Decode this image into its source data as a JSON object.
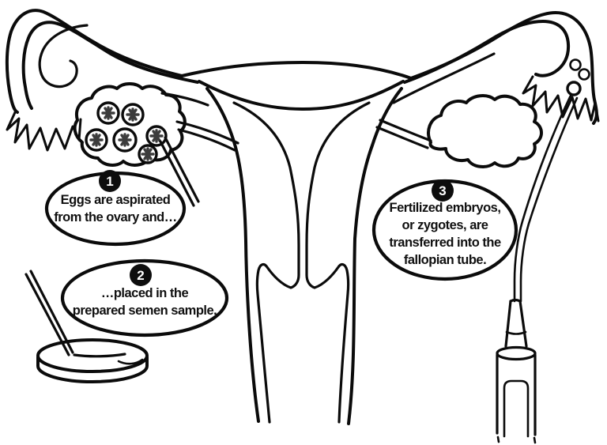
{
  "colors": {
    "ink": "#0b0b0b",
    "background": "#ffffff",
    "badge_background": "#0d0d0d",
    "badge_number": "#ffffff",
    "follicle_mark": "#3c3c3c"
  },
  "steps": [
    {
      "number": "1",
      "lines": [
        "Eggs are aspirated",
        "from the ovary and…"
      ]
    },
    {
      "number": "2",
      "lines": [
        "…placed in the",
        "prepared semen sample."
      ]
    },
    {
      "number": "3",
      "lines": [
        "Fertilized embryos,",
        "or zygotes, are",
        "transferred into the",
        "fallopian tube."
      ]
    }
  ]
}
